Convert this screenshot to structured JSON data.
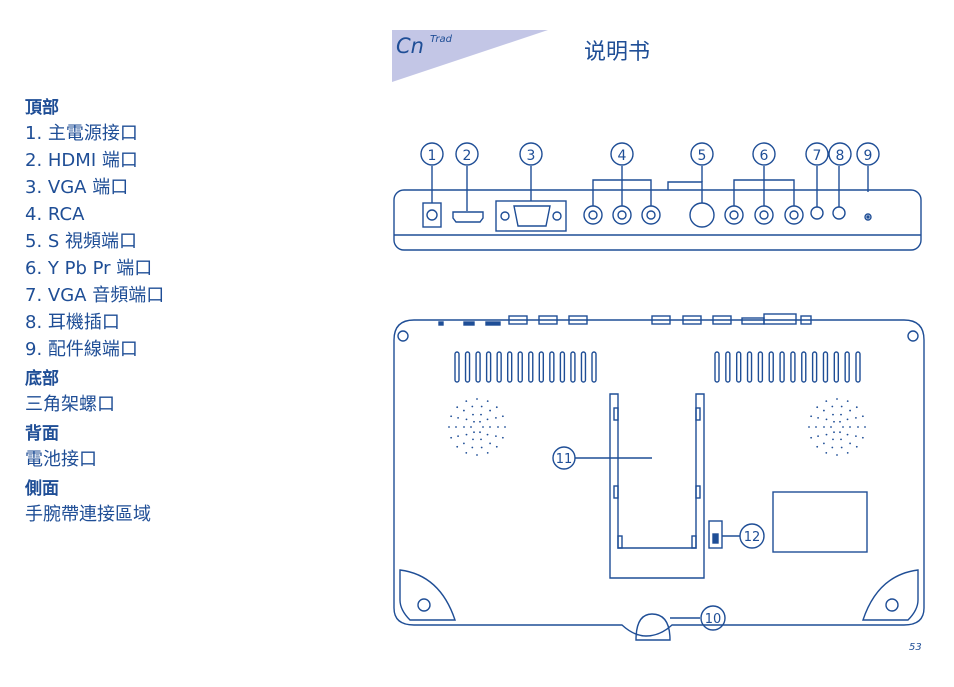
{
  "header": {
    "lang_code": "Cn",
    "lang_sub": "Trad",
    "title": "说明书",
    "tab_color": "#c3c6e6"
  },
  "sections": [
    {
      "title": "頂部",
      "items": [
        "1. 主電源接口",
        "2. HDMI 端口",
        "3. VGA 端口",
        "4. RCA",
        "5. S 視頻端口",
        "6. Y Pb Pr 端口",
        "7. VGA 音頻端口",
        "8. 耳機插口",
        "9. 配件線端口"
      ]
    },
    {
      "title": "底部",
      "items": [
        "三角架螺口"
      ]
    },
    {
      "title": "背面",
      "items": [
        "電池接口"
      ]
    },
    {
      "title": "側面",
      "items": [
        "手腕帶連接區域"
      ]
    }
  ],
  "callouts": {
    "top": [
      "1",
      "2",
      "3",
      "4",
      "5",
      "6",
      "7",
      "8",
      "9"
    ],
    "back": [
      "11",
      "12",
      "10"
    ]
  },
  "page_number": "53",
  "colors": {
    "primary": "#1f4e96"
  }
}
